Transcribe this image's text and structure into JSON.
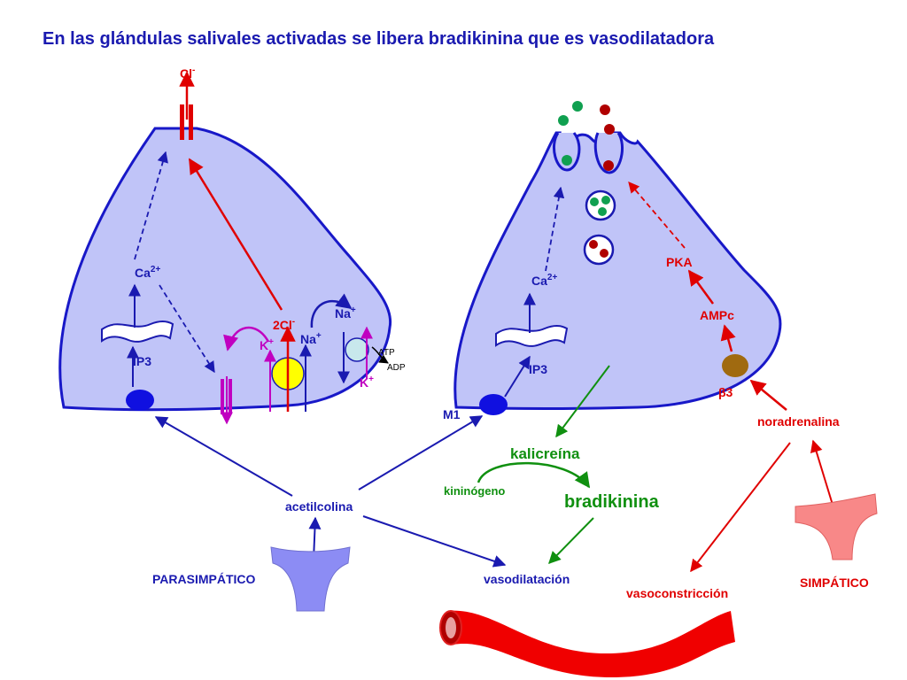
{
  "title": "En las glándulas salivales activadas se libera bradikinina que es vasodilatadora",
  "left_cell": {
    "cl_top": "Cl",
    "cl_top_sup": "-",
    "ca": "Ca",
    "ca_sup": "2+",
    "ip3": "IP3",
    "two_cl": "2Cl",
    "two_cl_sup": "-",
    "k_left": "K",
    "k_left_sup": "+",
    "na_mid": "Na",
    "na_mid_sup": "+",
    "na_top": "Na",
    "na_top_sup": "+",
    "k_right": "K",
    "k_right_sup": "+",
    "atp": "ATP",
    "adp": "ADP"
  },
  "right_cell": {
    "ca": "Ca",
    "ca_sup": "2+",
    "ip3": "IP3",
    "m1": "M1",
    "pka": "PKA",
    "ampc": "AMPc",
    "beta3": "β3"
  },
  "labels": {
    "noradrenalina": "noradrenalina",
    "kalicreina": "kalicreína",
    "kininogeno": "kininógeno",
    "bradikinina": "bradikinina",
    "acetilcolina": "acetilcolina",
    "parasimpatico": "PARASIMPÁTICO",
    "vasodilatacion": "vasodilatación",
    "vasoconstriccion": "vasoconstricción",
    "simpatico": "SIMPÁTICO"
  },
  "colors": {
    "cell_fill": "#c0c4f8",
    "cell_stroke": "#1818c8",
    "blue": "#1a1ab0",
    "red": "#e00000",
    "magenta": "#c000c0",
    "green": "#109010",
    "vessel": "#f00000",
    "sympathetic_nerve": "#f88888",
    "parasympathetic_nerve": "#8c8cf4"
  }
}
